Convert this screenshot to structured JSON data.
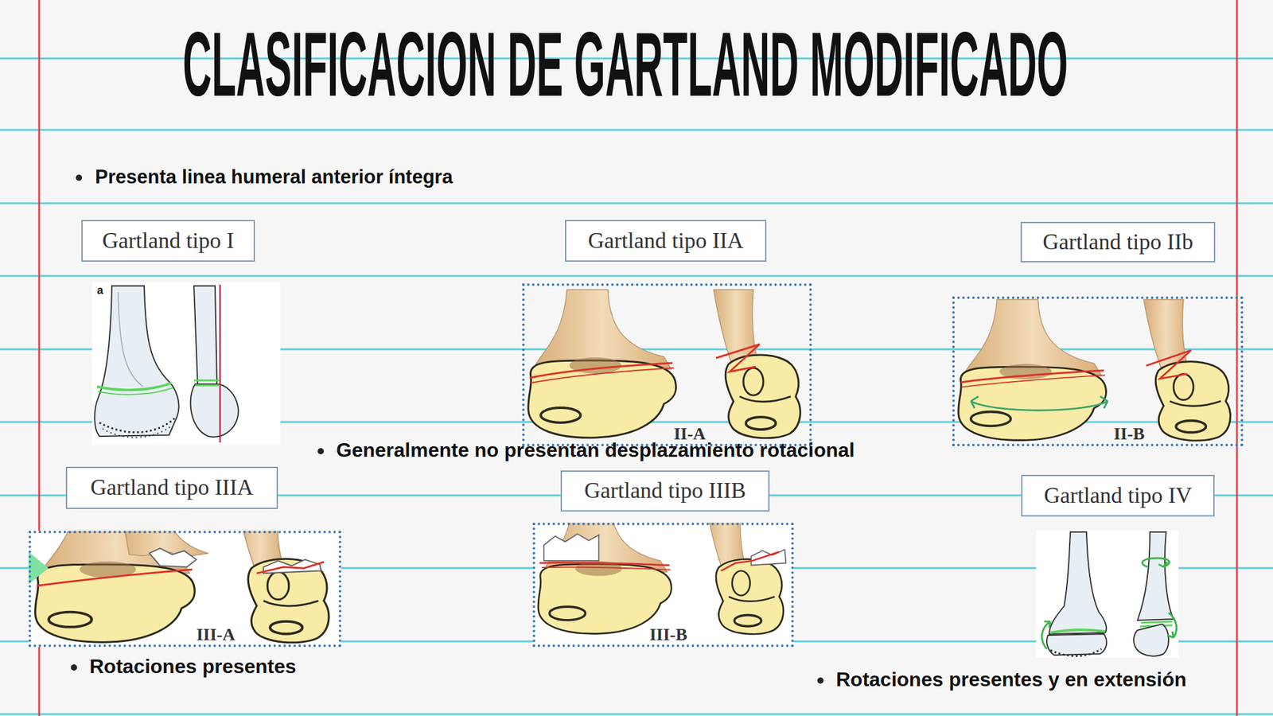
{
  "diagram": {
    "title": "CLASIFICACION DE GARTLAND MODIFICADO",
    "nodes": [
      {
        "text": [
          "Gartland tipo I"
        ]
      },
      {
        "text": [
          "Gartland tipo IIA"
        ]
      },
      {
        "text": [
          "Gartland tipo IIb"
        ]
      },
      {
        "text": [
          "II-A"
        ]
      },
      {
        "text": [
          "II-B"
        ]
      },
      {
        "text": [
          "Gartland tipo IIIA"
        ]
      },
      {
        "text": [
          "Gartland tipo IIIB"
        ]
      },
      {
        "text": [
          "Gartland tipo IV"
        ]
      },
      {
        "text": [
          "III-A"
        ]
      },
      {
        "text": [
          "III-B"
        ]
      }
    ],
    "labels": [
      "Presenta linea humeral anterior íntegra",
      "a",
      "Generalmente no presentan desplazamiento rotacional",
      "Rotaciones presentes",
      "Rotaciones presentes y en extensión"
    ]
  }
}
